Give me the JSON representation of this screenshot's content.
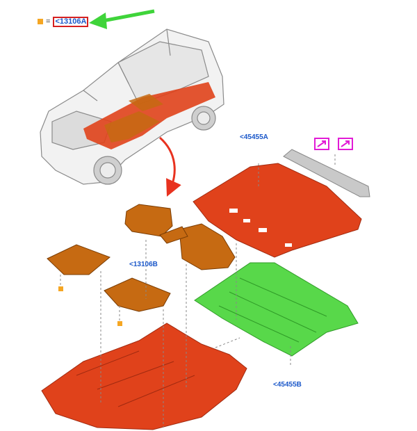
{
  "legend": {
    "equals": "=",
    "code": "<13106A"
  },
  "labels": {
    "rear_panel": "<45455A",
    "front_mats": "<13106B",
    "underbody": "<45455B"
  },
  "colors": {
    "floor_red": "#e0421b",
    "mat_brown": "#c66a12",
    "green": "#58d84a",
    "marker": "#f5a623",
    "label_blue": "#1a57c9",
    "pink_frame": "#e21bd6",
    "arrow_green": "#3fd43a",
    "arrow_red": "#e8321f"
  },
  "icons": [
    "note-icon",
    "note-icon"
  ]
}
